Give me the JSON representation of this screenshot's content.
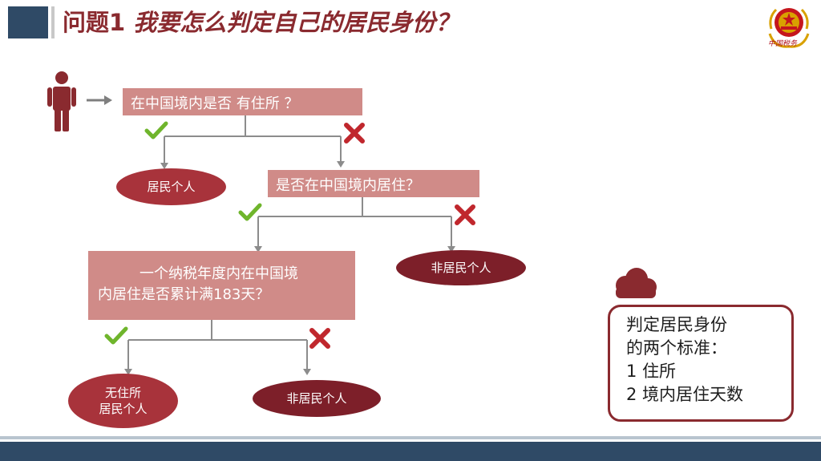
{
  "header": {
    "title_number": "问题1",
    "title_text": "我要怎么判定自己的居民身份？",
    "logo_text": "中国税务"
  },
  "flow": {
    "q1": "在中国境内是否 有住所 ？",
    "q2": "是否在中国境内居住？",
    "q3_line1": "一个纳税年度内在中国境",
    "q3_line2": "内居住是否累计满183天？",
    "r1": "居民个人",
    "r2": "非居民个人",
    "r3_line1": "无住所",
    "r3_line2": "居民个人",
    "r4": "非居民个人"
  },
  "criteria": {
    "line1": "判定居民身份",
    "line2": "的两个标准：",
    "line3": "1  住所",
    "line4": "2  境内居住天数"
  },
  "colors": {
    "question_box": "#d08b88",
    "ellipse_red": "#a8333b",
    "ellipse_dark": "#7d1f29",
    "title_red": "#8a2a2f",
    "navy": "#2f4a66",
    "check_green": "#6fb52c",
    "cross_red": "#c0272d"
  }
}
